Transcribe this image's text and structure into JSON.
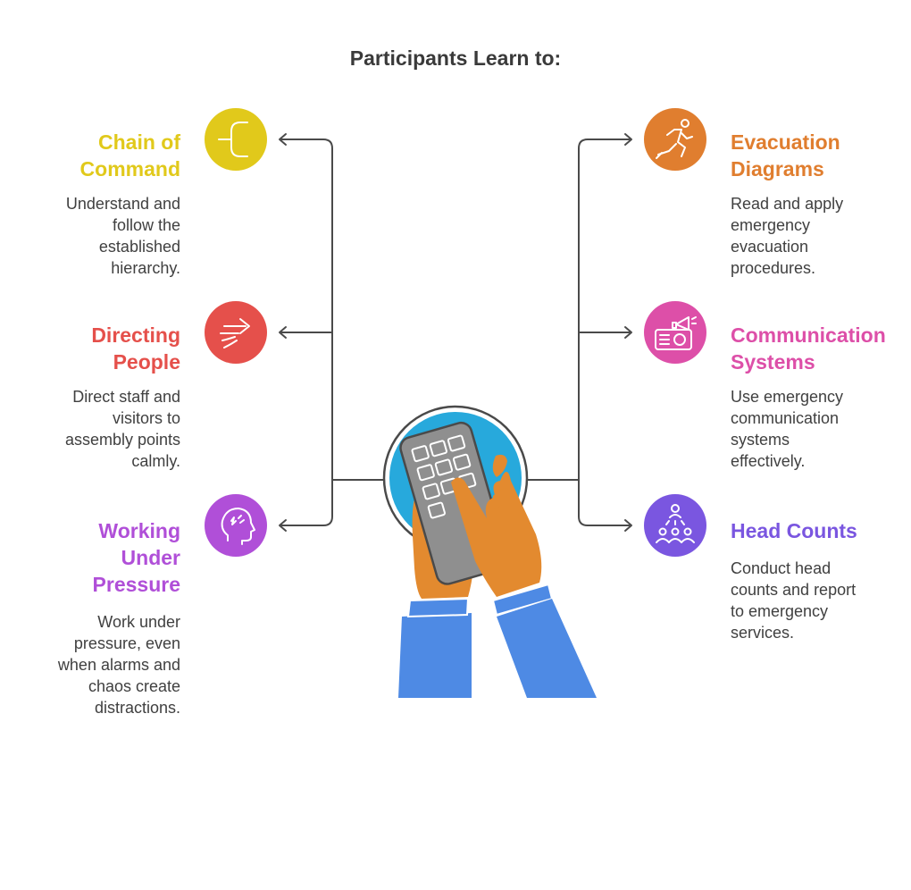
{
  "title": "Participants Learn to:",
  "colors": {
    "chain": "#e1c91b",
    "directing": "#e5504b",
    "working": "#b04fd8",
    "evacuation": "#e07e2f",
    "communication": "#dd4fa8",
    "headcounts": "#7a56e0",
    "connector": "#4a4a4a"
  },
  "items": {
    "chain": {
      "title_line1": "Chain of",
      "title_line2": "Command",
      "desc_line1": "Understand and",
      "desc_line2": "follow the",
      "desc_line3": "established",
      "desc_line4": "hierarchy.",
      "icon": "hierarchy-icon"
    },
    "directing": {
      "title_line1": "Directing",
      "title_line2": "People",
      "desc_line1": "Direct staff and",
      "desc_line2": "visitors to",
      "desc_line3": "assembly points",
      "desc_line4": "calmly.",
      "icon": "direction-arrows-icon"
    },
    "working": {
      "title_line1": "Working",
      "title_line2": "Under",
      "title_line3": "Pressure",
      "desc_line1": "Work under",
      "desc_line2": "pressure, even",
      "desc_line3": "when alarms and",
      "desc_line4": "chaos create",
      "desc_line5": "distractions.",
      "icon": "stressed-head-icon"
    },
    "evacuation": {
      "title_line1": "Evacuation",
      "title_line2": "Diagrams",
      "desc_line1": "Read and apply",
      "desc_line2": "emergency",
      "desc_line3": "evacuation",
      "desc_line4": "procedures.",
      "icon": "running-person-icon"
    },
    "communication": {
      "title_line1": "Communication",
      "title_line2": "Systems",
      "desc_line1": "Use emergency",
      "desc_line2": "communication",
      "desc_line3": "systems",
      "desc_line4": "effectively.",
      "icon": "radio-megaphone-icon"
    },
    "headcounts": {
      "title_line1": "Head Counts",
      "desc_line1": "Conduct head",
      "desc_line2": "counts and report",
      "desc_line3": "to emergency",
      "desc_line4": "services.",
      "icon": "group-people-icon"
    }
  },
  "center_icon": "hand-pressing-keypad-icon"
}
